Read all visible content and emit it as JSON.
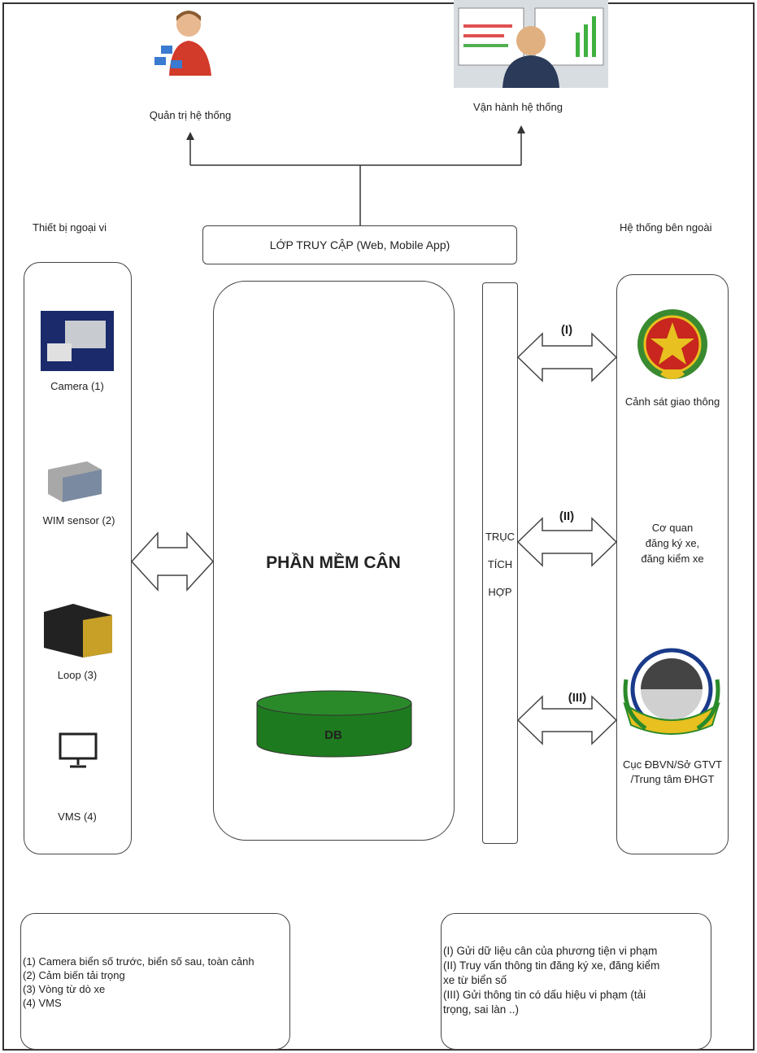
{
  "users": {
    "admin": "Quản trị hệ thống",
    "operator": "Vận hành hệ thống"
  },
  "access_layer": "LỚP TRUY CẬP (Web, Mobile App)",
  "peripherals": {
    "title": "Thiết bị ngoại vi",
    "items": [
      "Camera (1)",
      "WIM sensor (2)",
      "Loop (3)",
      "VMS (4)"
    ]
  },
  "core": {
    "title": "PHẦN MỀM CÂN",
    "db": "DB"
  },
  "integration": [
    "TRỤC",
    "TÍCH",
    "HỢP"
  ],
  "external": {
    "title": "Hệ thống bên ngoài",
    "police": "Cảnh sát giao thông",
    "registry": [
      "Cơ quan",
      "đăng ký xe,",
      "đăng kiểm xe"
    ],
    "transport": [
      "Cục ĐBVN/Sở GTVT",
      "/Trung tâm ĐHGT"
    ]
  },
  "links": [
    "(I)",
    "(II)",
    "(III)"
  ],
  "legend_left": [
    "(1) Camera biển số trước, biển số sau, toàn cảnh",
    "(2) Cảm biến tải trọng",
    "(3) Vòng từ dò xe",
    "(4) VMS"
  ],
  "legend_right": [
    "(I) Gửi dữ liệu cân của phương tiện vi phạm",
    "(II) Truy vấn  thông tin đăng ký xe, đăng kiểm",
    "xe từ biển số",
    "(III) Gửi thông tin có dấu hiệu vi phạm (tải",
    "trọng, sai làn ..)"
  ],
  "colors": {
    "db": "#1e7a1e",
    "police_red": "#c8261e",
    "gold": "#e8c020"
  }
}
